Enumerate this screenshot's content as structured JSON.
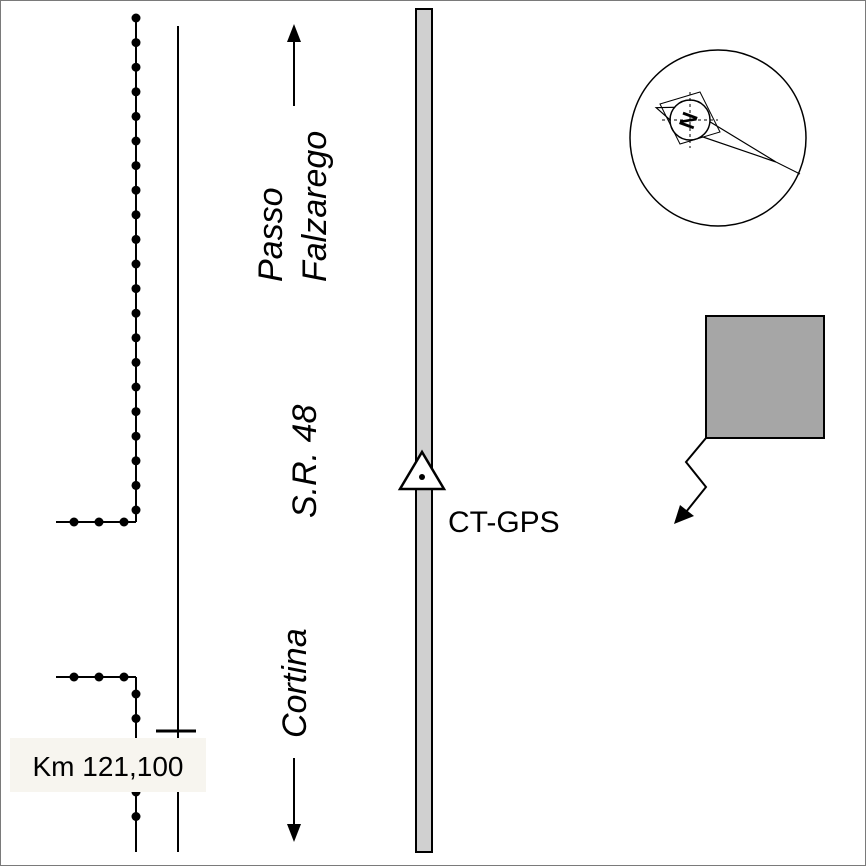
{
  "map": {
    "label_passo": "Passo",
    "label_falzarego": "Falzarego",
    "label_road": "S.R. 48",
    "label_cortina": "Cortina",
    "label_station": "CT-GPS",
    "label_km": "Km 121,100",
    "label_north": "N"
  },
  "colors": {
    "road_fill": "#d0d0d0",
    "building_fill": "#a6a6a6",
    "line": "#000000",
    "frame": "#7a7a7a"
  }
}
